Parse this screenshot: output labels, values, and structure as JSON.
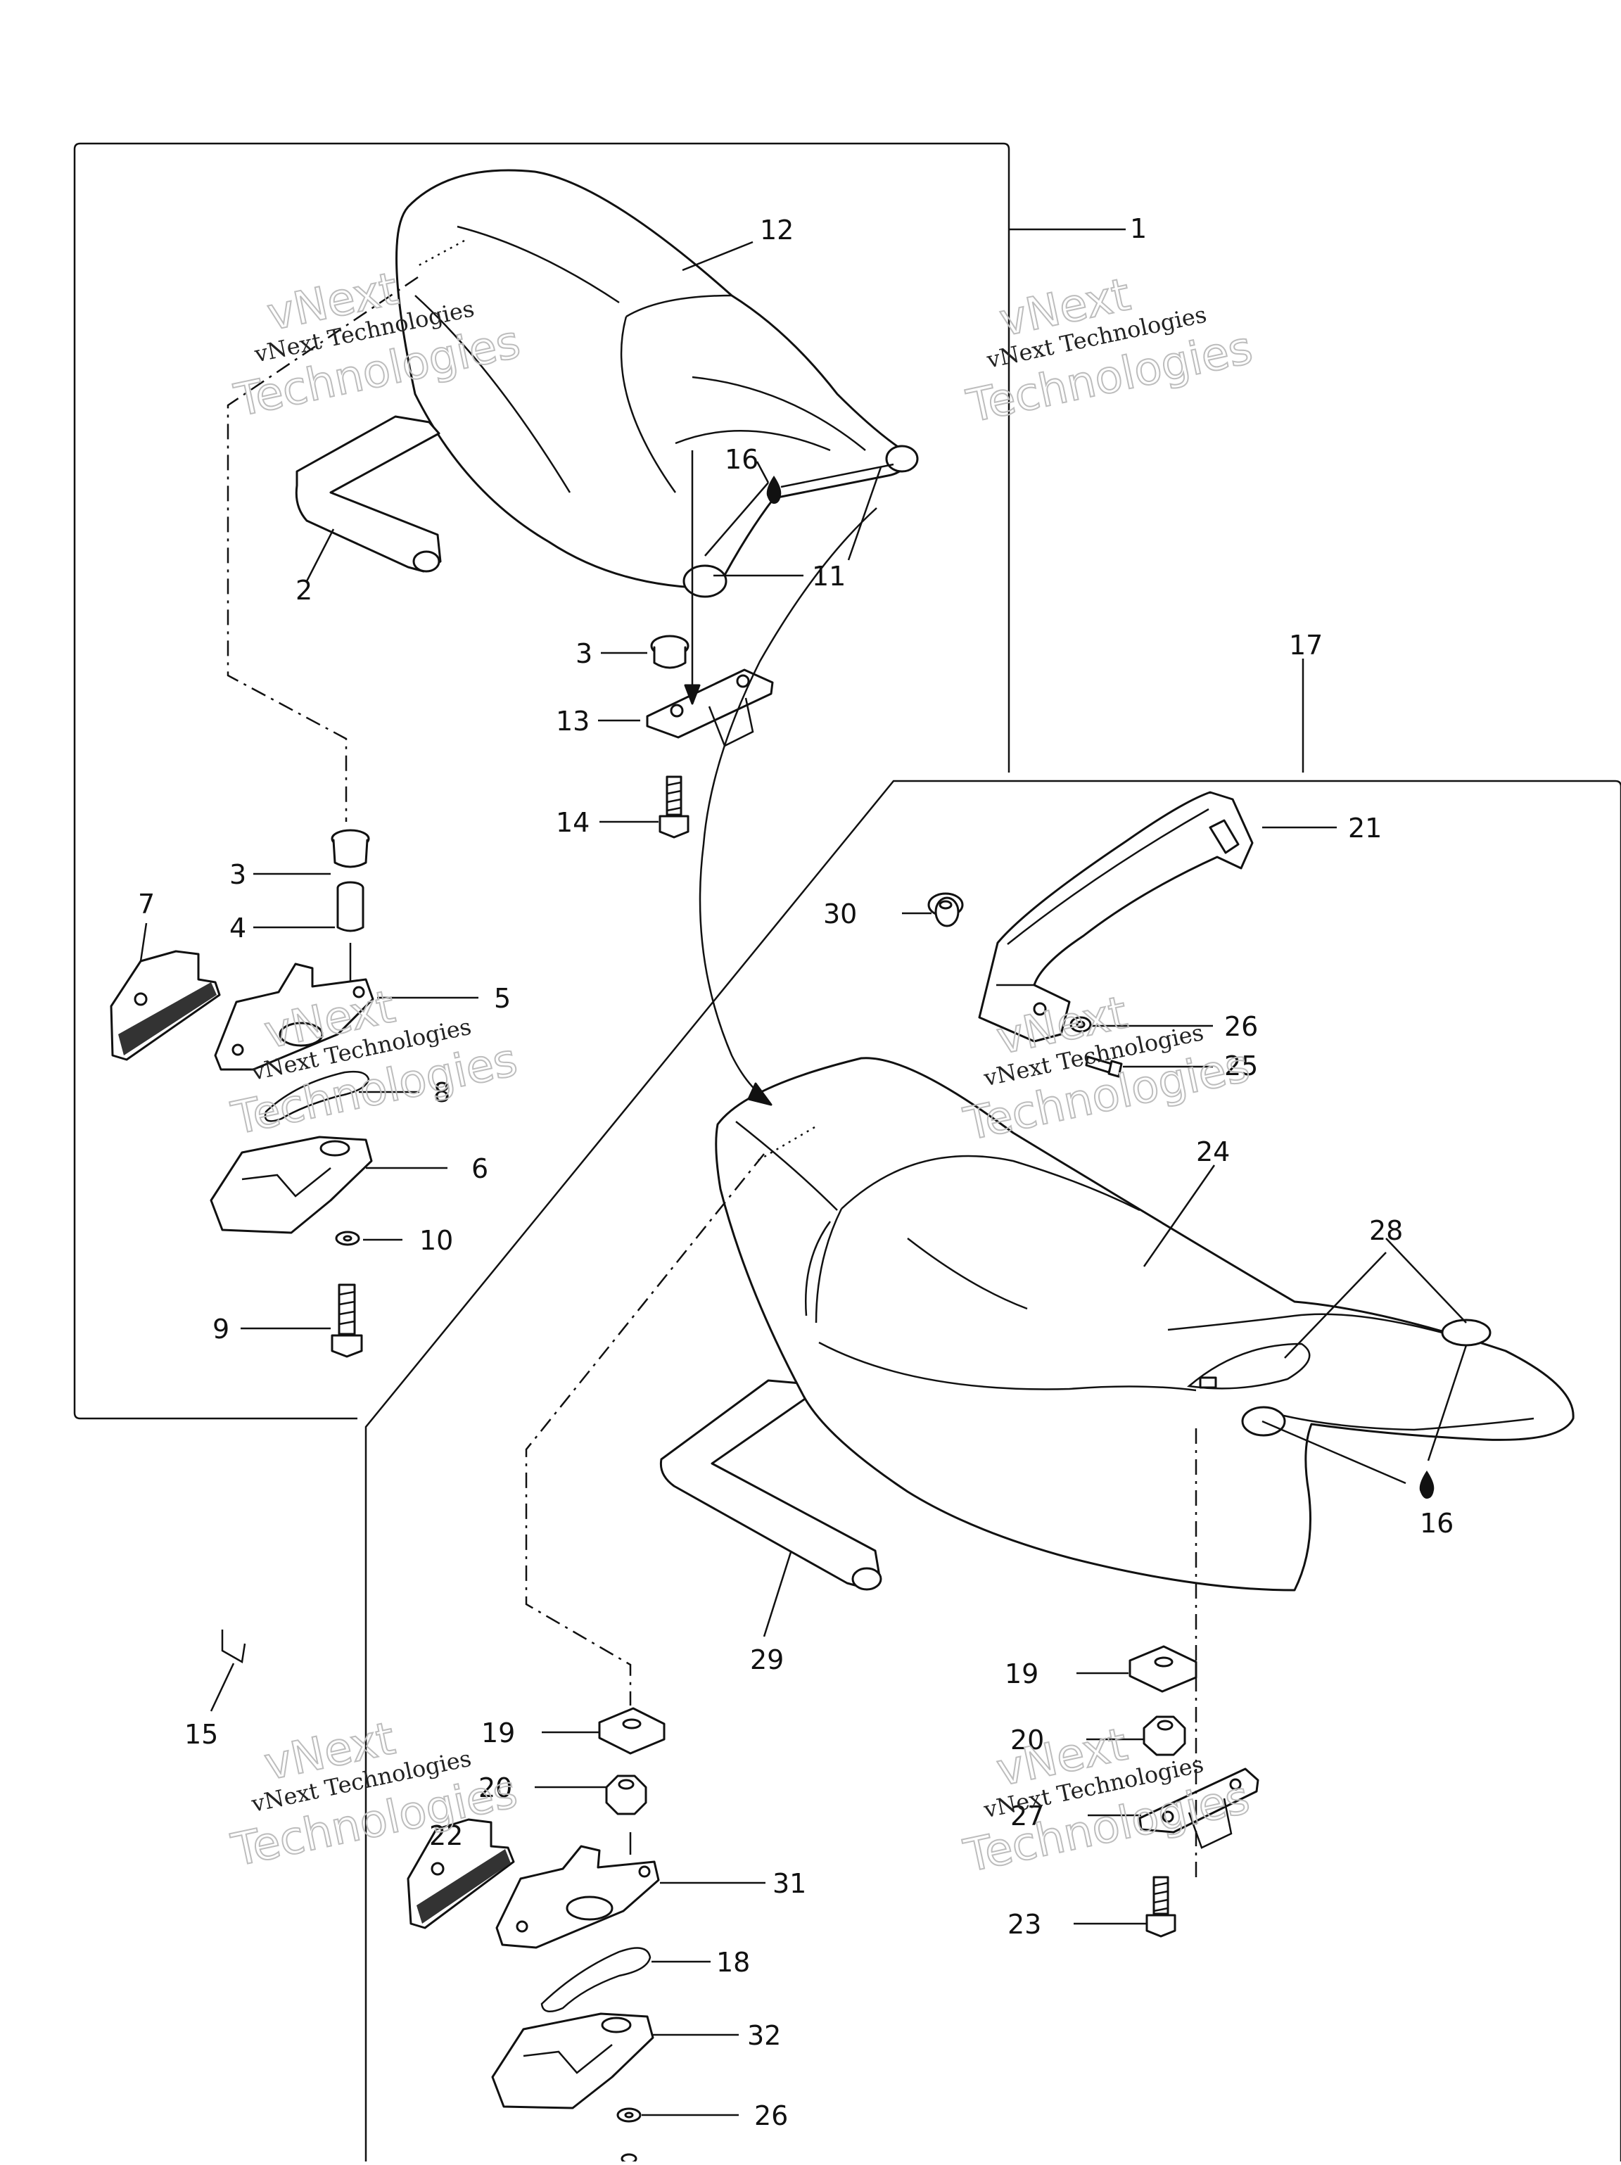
{
  "callouts": {
    "c1": "1",
    "c2": "2",
    "c3a": "3",
    "c3b": "3",
    "c4": "4",
    "c5": "5",
    "c6": "6",
    "c7": "7",
    "c8": "8",
    "c9": "9",
    "c10": "10",
    "c11": "11",
    "c12": "12",
    "c13": "13",
    "c14": "14",
    "c15": "15",
    "c16a": "16",
    "c16b": "16",
    "c17": "17",
    "c18": "18",
    "c19a": "19",
    "c19b": "19",
    "c20a": "20",
    "c20b": "20",
    "c21": "21",
    "c22": "22",
    "c23": "23",
    "c24": "24",
    "c25": "25",
    "c26a": "26",
    "c26b": "26",
    "c27": "27",
    "c28": "28",
    "c29": "29",
    "c30": "30",
    "c31": "31",
    "c32": "32"
  },
  "watermark": {
    "line1": "vNext",
    "line2": "vNext Technologies",
    "line3": "Technologies"
  }
}
